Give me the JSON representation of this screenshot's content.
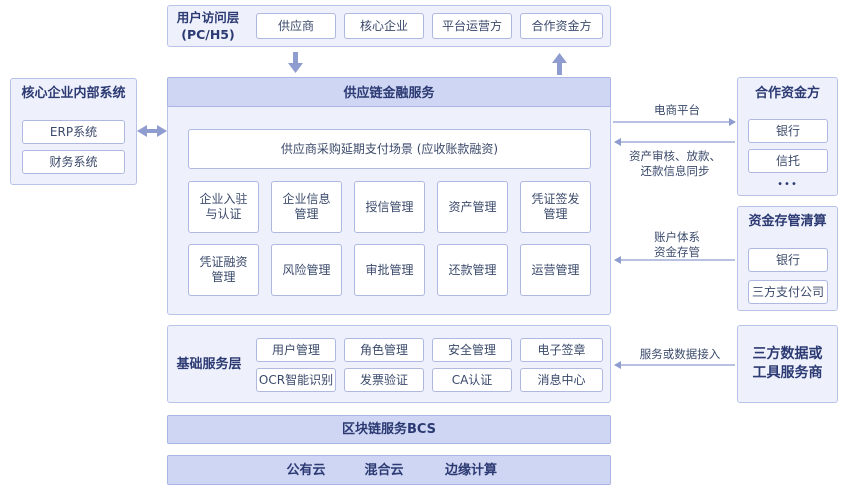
{
  "user_layer": {
    "title": "用户访问层\n(PC/H5)",
    "items": [
      "供应商",
      "核心企业",
      "平台运营方",
      "合作资金方"
    ]
  },
  "core_internal": {
    "title": "核心企业内部系统",
    "items": [
      "ERP系统",
      "财务系统"
    ]
  },
  "scf_service": {
    "title": "供应链金融服务",
    "scenario": "供应商采购延期支付场景 (应收账款融资)",
    "modules_row1": [
      "企业入驻\n与认证",
      "企业信息\n管理",
      "授信管理",
      "资产管理",
      "凭证签发\n管理"
    ],
    "modules_row2": [
      "凭证融资\n管理",
      "风险管理",
      "审批管理",
      "还款管理",
      "运营管理"
    ]
  },
  "partner_funds": {
    "title": "合作资金方",
    "items": [
      "银行",
      "信托"
    ],
    "more": "•••"
  },
  "custody": {
    "title": "资金存管清算",
    "items": [
      "银行",
      "三方支付公司"
    ]
  },
  "third_party": {
    "title": "三方数据或\n工具服务商"
  },
  "connections": {
    "ecommerce": "电商平台",
    "asset_review": "资产审核、放款、\n还款信息同步",
    "account": "账户体系\n资金存管",
    "data_access": "服务或数据接入"
  },
  "base_service": {
    "title": "基础服务层",
    "row1": [
      "用户管理",
      "角色管理",
      "安全管理",
      "电子签章"
    ],
    "row2": [
      "OCR智能识别",
      "发票验证",
      "CA认证",
      "消息中心"
    ]
  },
  "blockchain": {
    "title": "区块链服务BCS"
  },
  "cloud": {
    "items": [
      "公有云",
      "混合云",
      "边缘计算"
    ]
  },
  "colors": {
    "panel_bg": "#eef1fb",
    "band_bg": "#cfd6f3",
    "border": "#aeb8e0",
    "arrow": "#8f9cd0",
    "title_text": "#2c3a73"
  }
}
